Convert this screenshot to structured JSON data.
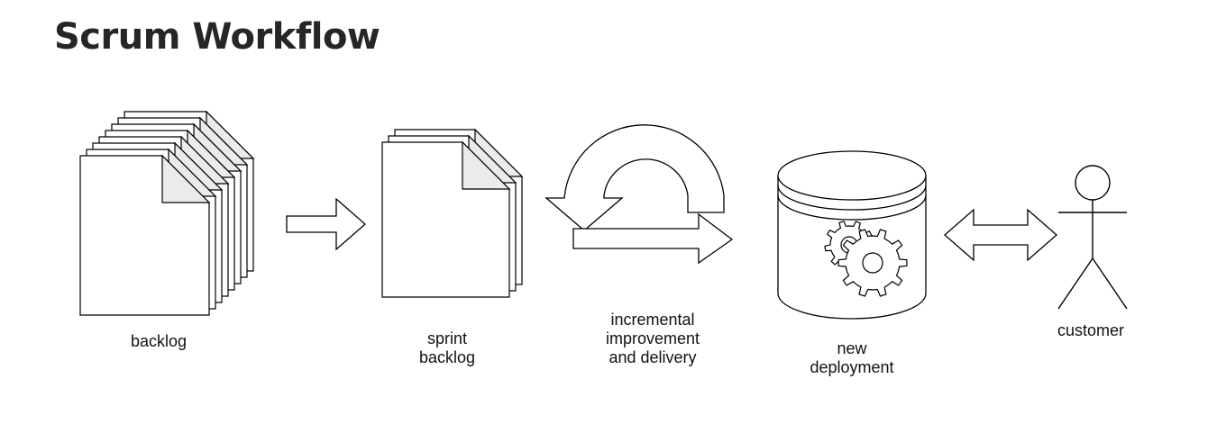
{
  "title": "Scrum Workflow",
  "labels": {
    "backlog": [
      "backlog"
    ],
    "sprint_backlog": [
      "sprint",
      "backlog"
    ],
    "incremental": [
      "incremental",
      "improvement",
      "and delivery"
    ],
    "deployment": [
      "new",
      "deployment"
    ],
    "customer": [
      "customer"
    ]
  },
  "colors": {
    "stroke": "#000000",
    "fold": "#ebebeb",
    "fill": "#ffffff"
  },
  "icons": [
    "document-stack-icon",
    "right-arrow-icon",
    "cycle-arrow-icon",
    "database-gear-icon",
    "double-arrow-icon",
    "stick-figure-icon"
  ]
}
